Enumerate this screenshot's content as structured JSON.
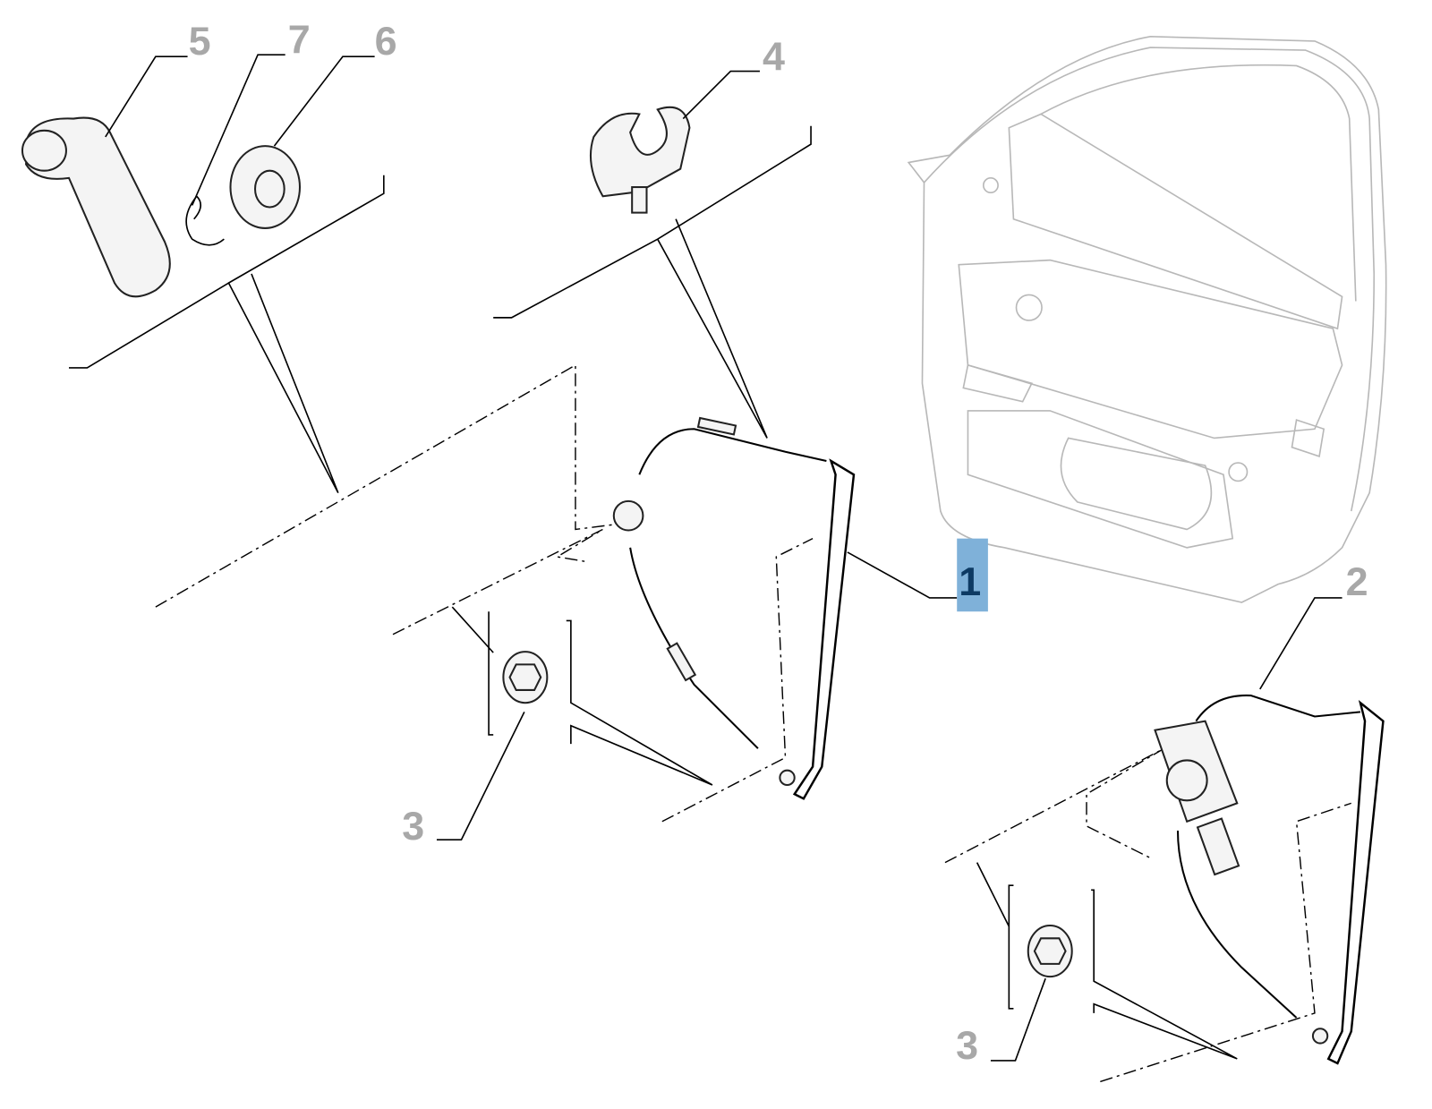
{
  "diagram": {
    "callouts": [
      {
        "id": "1",
        "label": "1",
        "selected": true
      },
      {
        "id": "2",
        "label": "2",
        "selected": false
      },
      {
        "id": "3a",
        "label": "3",
        "selected": false
      },
      {
        "id": "3b",
        "label": "3",
        "selected": false
      },
      {
        "id": "4",
        "label": "4",
        "selected": false
      },
      {
        "id": "5",
        "label": "5",
        "selected": false
      },
      {
        "id": "6",
        "label": "6",
        "selected": false
      },
      {
        "id": "7",
        "label": "7",
        "selected": false
      }
    ],
    "colors": {
      "selected_bg": "#7fb1d9",
      "selected_text": "#0d3a63",
      "label_gray": "#a8a8a8",
      "door_outline": "#b8b8b8"
    }
  }
}
